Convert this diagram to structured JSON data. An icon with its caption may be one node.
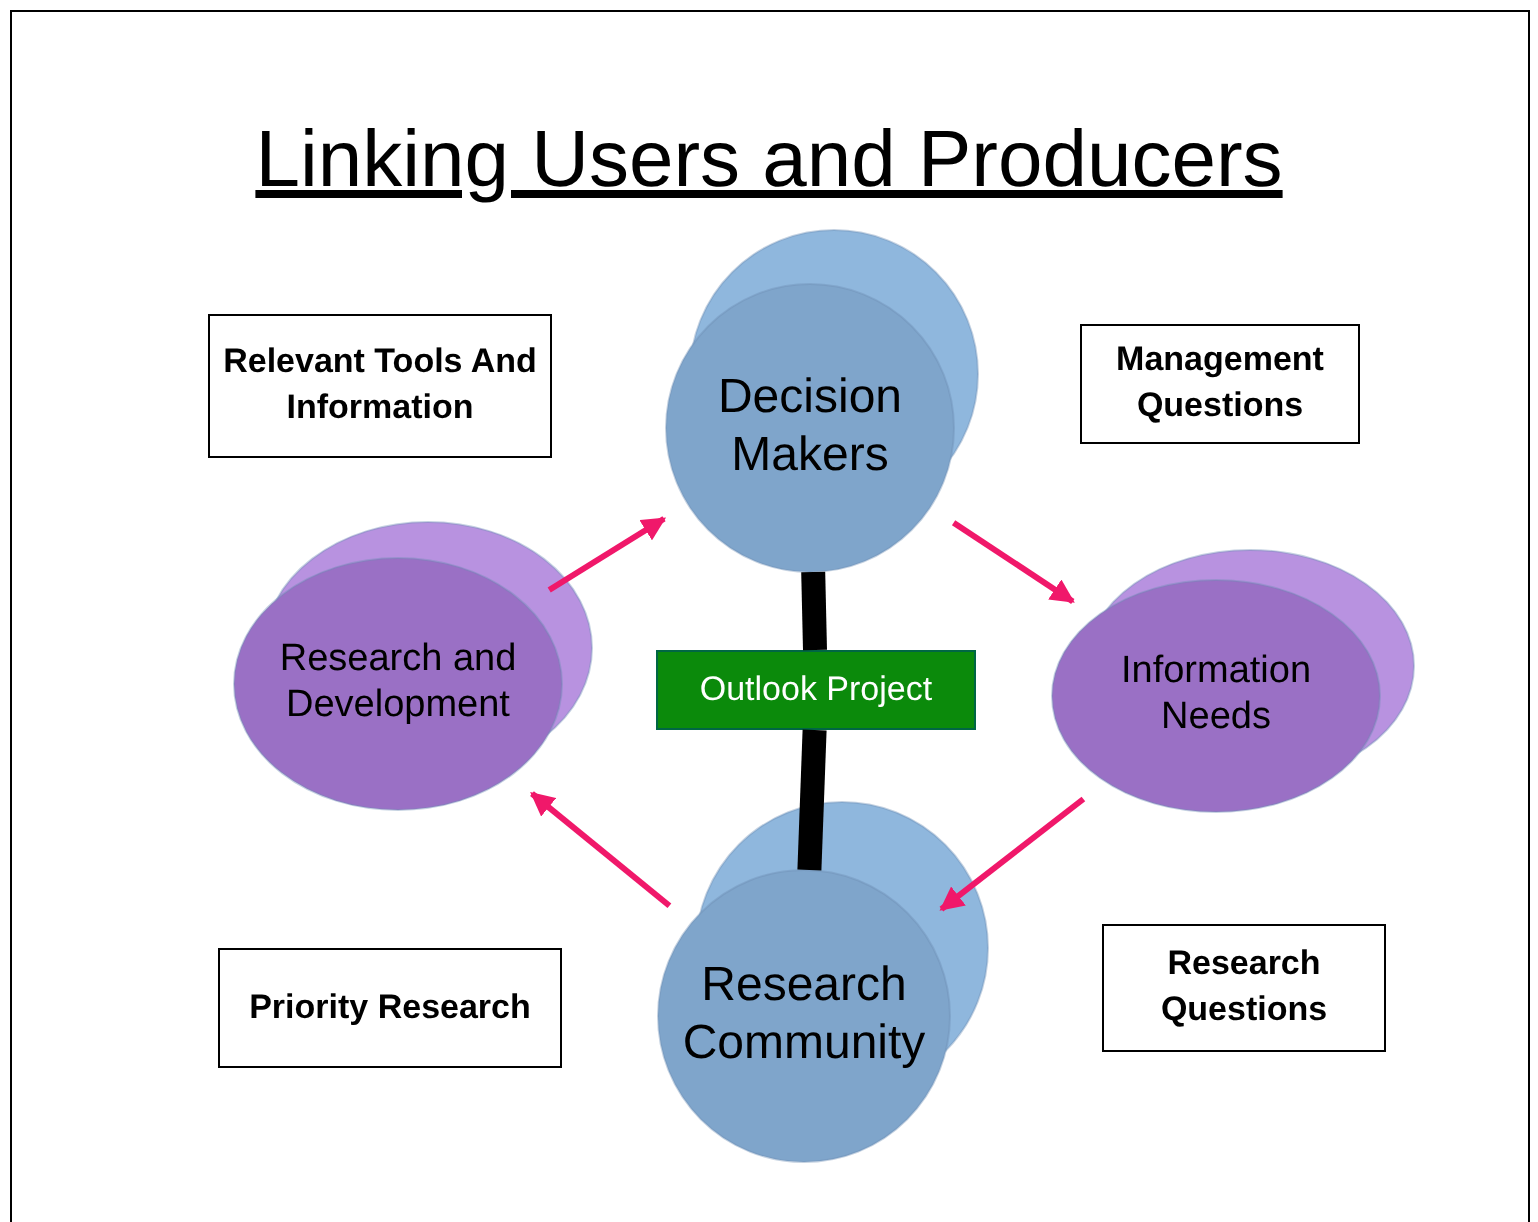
{
  "diagram": {
    "title": "Linking Users and Producers",
    "nodes": [
      {
        "text": [
          "Decision Makers"
        ]
      },
      {
        "text": [
          "Information Needs"
        ]
      },
      {
        "text": [
          "Research Community"
        ]
      },
      {
        "text": [
          "Research and Development"
        ]
      },
      {
        "text": [
          "Outlook Project"
        ]
      },
      {
        "text": [
          "Relevant Tools And Information"
        ]
      },
      {
        "text": [
          "Management Questions"
        ]
      },
      {
        "text": [
          "Research Questions"
        ]
      },
      {
        "text": [
          "Priority Research"
        ]
      }
    ],
    "edges": [
      {
        "from": 3,
        "to": 0,
        "arrow": "to"
      },
      {
        "from": 0,
        "to": 1,
        "arrow": "to"
      },
      {
        "from": 1,
        "to": 2,
        "arrow": "to"
      },
      {
        "from": 2,
        "to": 3,
        "arrow": "to"
      },
      {
        "from": 0,
        "to": 4,
        "arrow": "none",
        "style": "thick",
        "color": "#000000"
      },
      {
        "from": 4,
        "to": 2,
        "arrow": "none",
        "style": "thick",
        "color": "#000000"
      }
    ]
  }
}
